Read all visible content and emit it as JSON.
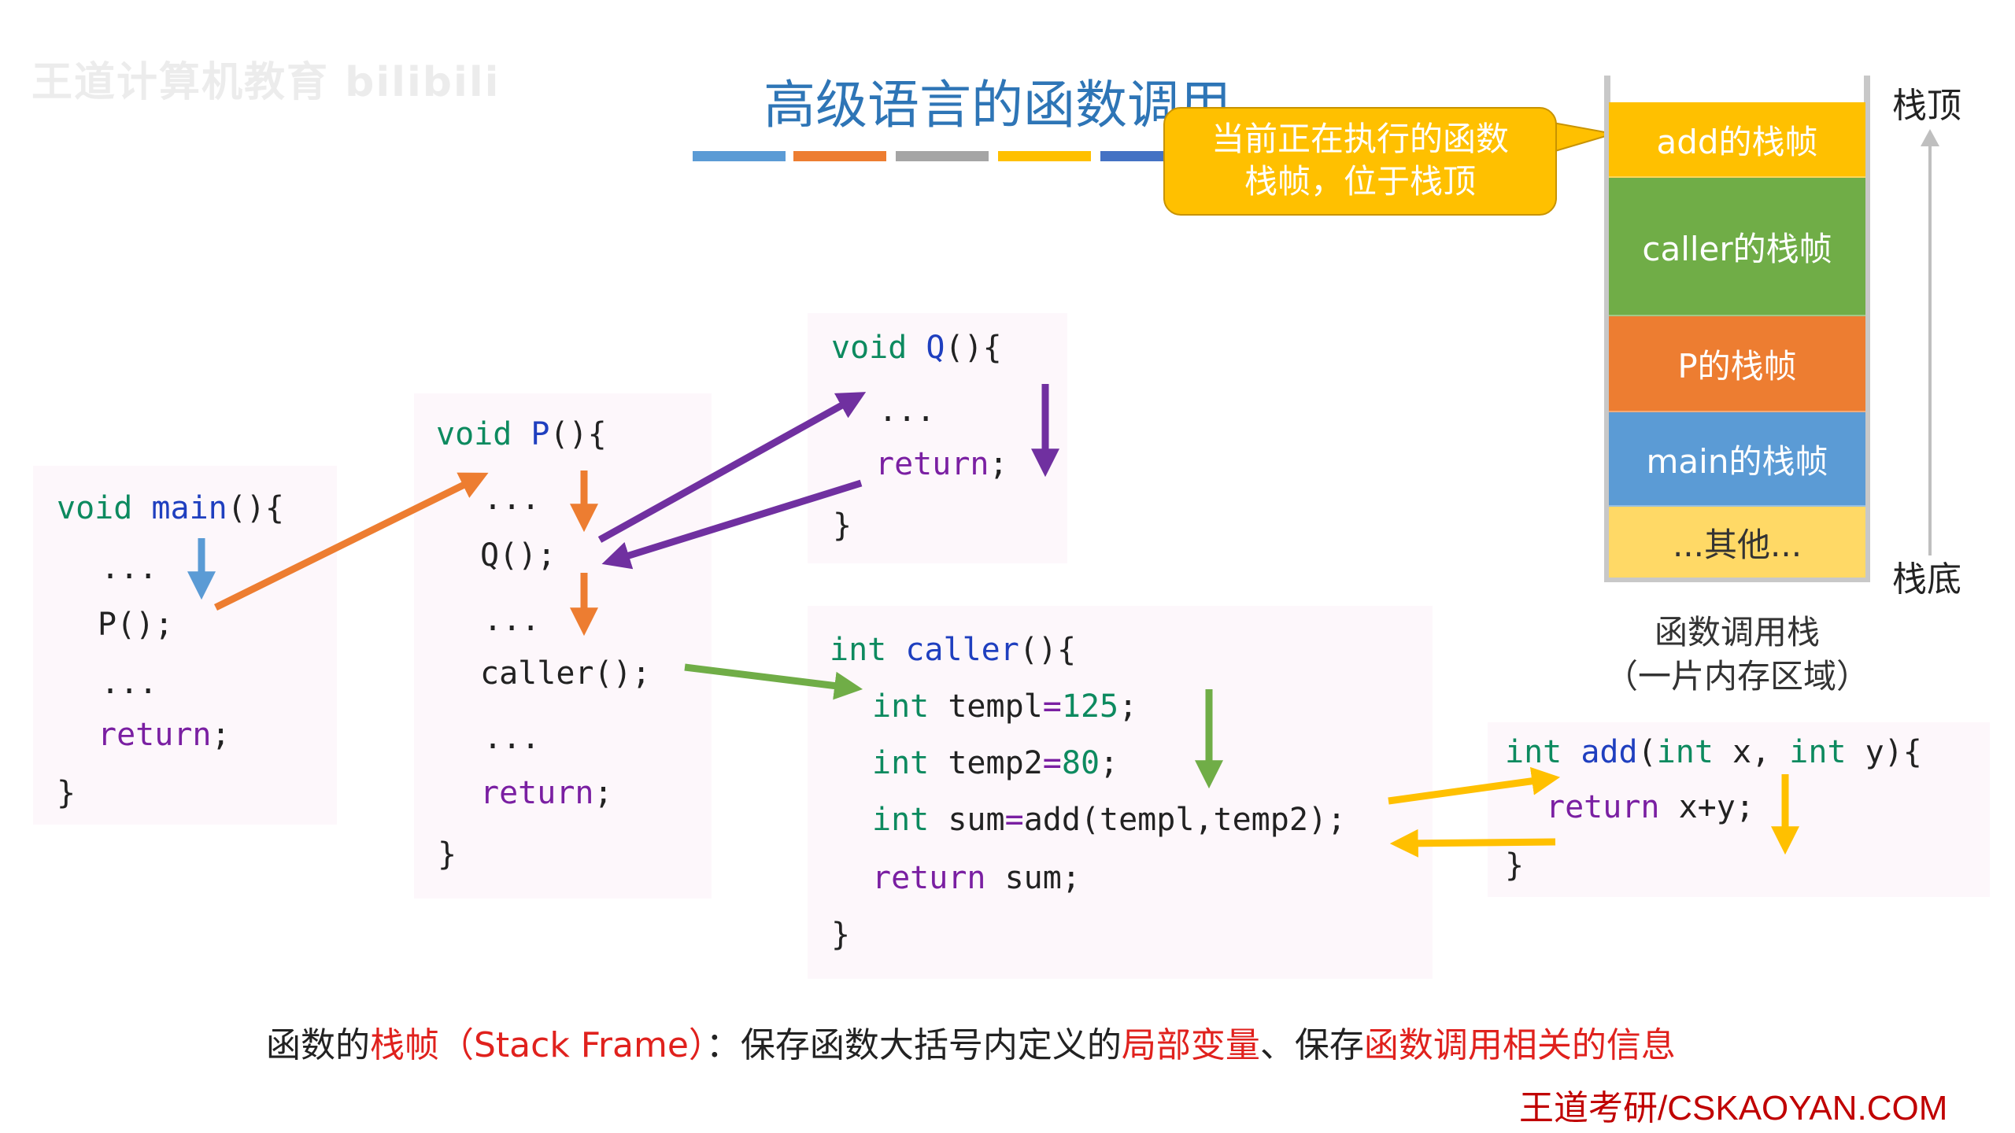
{
  "watermark": "王道计算机教育 bilibili",
  "title": "高级语言的函数调用",
  "colors": {
    "title": "#2e75b6",
    "bar_blue": "#5b9bd5",
    "bar_orange": "#ed7d31",
    "bar_gray": "#a5a5a5",
    "bar_yellow": "#ffc000",
    "keyword": "#0d8a5f",
    "function": "#1f3fbf",
    "return": "#7a1fa2",
    "highlight": "#e0211d",
    "arrow_blue": "#5b9bd5",
    "arrow_orange": "#ed7d31",
    "arrow_purple": "#7030a0",
    "arrow_green": "#70ad47",
    "arrow_yellow": "#ffc000"
  },
  "code": {
    "main": {
      "l1": {
        "kw": "void",
        "fn": "main",
        "rest": "(){"
      },
      "l2": "...",
      "l3": "P();",
      "l4": "...",
      "l5": "return",
      "l5_tail": ";",
      "l6": "}"
    },
    "p": {
      "l1": {
        "kw": "void",
        "fn": "P",
        "rest": "(){"
      },
      "l2": "...",
      "l3": "Q();",
      "l4": "...",
      "l5": "caller();",
      "l6": "...",
      "l7": "return",
      "l7_tail": ";",
      "l8": "}"
    },
    "q": {
      "l1": {
        "kw": "void",
        "fn": "Q",
        "rest": "(){"
      },
      "l2": "...",
      "l3": "return",
      "l3_tail": ";",
      "l4": "}"
    },
    "caller": {
      "l1": {
        "kw": "int",
        "fn": "caller",
        "rest": "(){"
      },
      "l2": {
        "kw": "int",
        "var": "templ",
        "op": "=",
        "num": "125",
        "tail": ";"
      },
      "l3": {
        "kw": "int",
        "var": "temp2",
        "op": "=",
        "num": "80",
        "tail": ";"
      },
      "l4": {
        "kw": "int",
        "var": "sum",
        "op": "=",
        "tail": "add(templ,temp2);"
      },
      "l5": {
        "ret": "return",
        "tail": "sum;"
      },
      "l6": "}"
    },
    "add": {
      "l1": {
        "kw": "int",
        "fn": "add",
        "open": "(",
        "kw2": "int",
        "x": "x,",
        "kw3": "int",
        "y": "y){"
      },
      "l2": {
        "ret": "return",
        "tail": "x+y;"
      },
      "l3": "}"
    }
  },
  "callout": {
    "line1": "当前正在执行的函数",
    "line2": "栈帧，位于栈顶"
  },
  "stack": {
    "frames": [
      {
        "label": "add的栈帧",
        "color": "#ffc000"
      },
      {
        "label": "caller的栈帧",
        "color": "#70ad47"
      },
      {
        "label": "P的栈帧",
        "color": "#ed7d31"
      },
      {
        "label": "main的栈帧",
        "color": "#5b9bd5"
      },
      {
        "label": "...其他...",
        "color": "#ffd966"
      }
    ],
    "top_label": "栈顶",
    "bottom_label": "栈底",
    "caption_line1": "函数调用栈",
    "caption_line2": "（一片内存区域）"
  },
  "bottom_text": {
    "p1": "函数的",
    "h1": "栈帧（Stack Frame）",
    "p2": "：保存函数大括号内定义的",
    "h2": "局部变量",
    "p3": "、保存",
    "h3": "函数调用相关的信息"
  },
  "brand": "王道考研/CSKAOYAN.COM"
}
